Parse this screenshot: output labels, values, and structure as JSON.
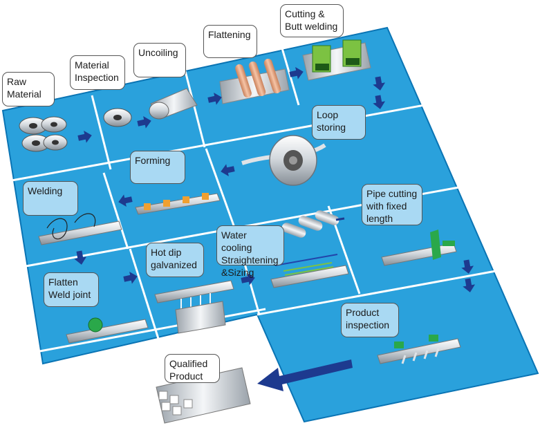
{
  "colors": {
    "board": "#2aa1dc",
    "board_edge": "#0a74b4",
    "grid_line": "#ffffff",
    "arrow": "#1d3a8f",
    "label_on_board": "#a9d9f3",
    "label_off_board": "#ffffff",
    "metal_light": "#eef1f4",
    "metal_dark": "#8e969e",
    "copper": "#e7a17a",
    "marker_orange": "#f0a030",
    "marker_green": "#2aa84a"
  },
  "steps": [
    {
      "id": "raw-material",
      "label": "Raw\nMaterial",
      "icon": "steel-coil-stack-icon"
    },
    {
      "id": "material-inspection",
      "label": "Material\nInspection",
      "icon": "coil-inspection-icon"
    },
    {
      "id": "uncoiling",
      "label": "Uncoiling",
      "icon": "uncoiling-strip-icon"
    },
    {
      "id": "flattening",
      "label": "Flattening",
      "icon": "flattening-rollers-icon"
    },
    {
      "id": "cutting-butt-welding",
      "label": "Cutting &\nButt welding",
      "icon": "butt-welding-clamps-icon"
    },
    {
      "id": "loop-storing",
      "label": "Loop\nstoring",
      "icon": "loop-storage-coil-icon"
    },
    {
      "id": "forming",
      "label": "Forming",
      "icon": "forming-pipe-icon"
    },
    {
      "id": "welding",
      "label": "Welding",
      "icon": "welding-pipe-icon"
    },
    {
      "id": "pipe-cutting",
      "label": "Pipe cutting\nwith fixed\nlength",
      "icon": "pipe-cutting-saw-icon"
    },
    {
      "id": "water-cooling",
      "label": "Water cooling\nStraightening\n&Sizing",
      "icon": "cooling-sizing-icon"
    },
    {
      "id": "hot-dip",
      "label": "Hot dip\ngalvanized",
      "icon": "galvanizing-bath-icon"
    },
    {
      "id": "flatten-weld-joint",
      "label": "Flatten\nWeld joint",
      "icon": "weld-joint-flattening-icon"
    },
    {
      "id": "product-inspection",
      "label": "Product\ninspection",
      "icon": "pipe-inspection-icon"
    },
    {
      "id": "qualified-product",
      "label": "Qualified\nProduct",
      "icon": "pipe-bundle-icon"
    }
  ],
  "flow_arrow_icon": "flow-arrow-icon"
}
